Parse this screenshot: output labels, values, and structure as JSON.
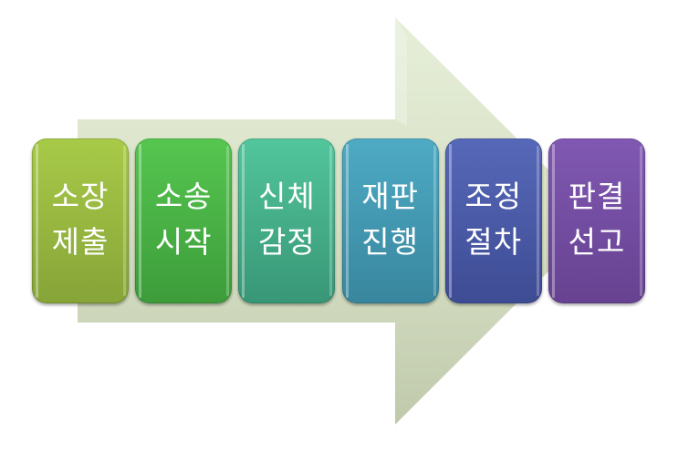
{
  "diagram": {
    "type": "process-arrow",
    "arrow": {
      "shaft_color_top": "#E2EBD3",
      "shaft_color_bottom": "#C3CCAF"
    },
    "steps": [
      {
        "line1": "소장",
        "line2": "제출",
        "color_top": "#A8CA48",
        "color_bottom": "#86A438"
      },
      {
        "line1": "소송",
        "line2": "시작",
        "color_top": "#56C650",
        "color_bottom": "#3C9C3A"
      },
      {
        "line1": "신체",
        "line2": "감정",
        "color_top": "#52C69C",
        "color_bottom": "#389676"
      },
      {
        "line1": "재판",
        "line2": "진행",
        "color_top": "#4EAAC4",
        "color_bottom": "#38869E"
      },
      {
        "line1": "조정",
        "line2": "절차",
        "color_top": "#5668B8",
        "color_bottom": "#3E4C94"
      },
      {
        "line1": "판결",
        "line2": "선고",
        "color_top": "#8058B2",
        "color_bottom": "#664290"
      }
    ]
  }
}
